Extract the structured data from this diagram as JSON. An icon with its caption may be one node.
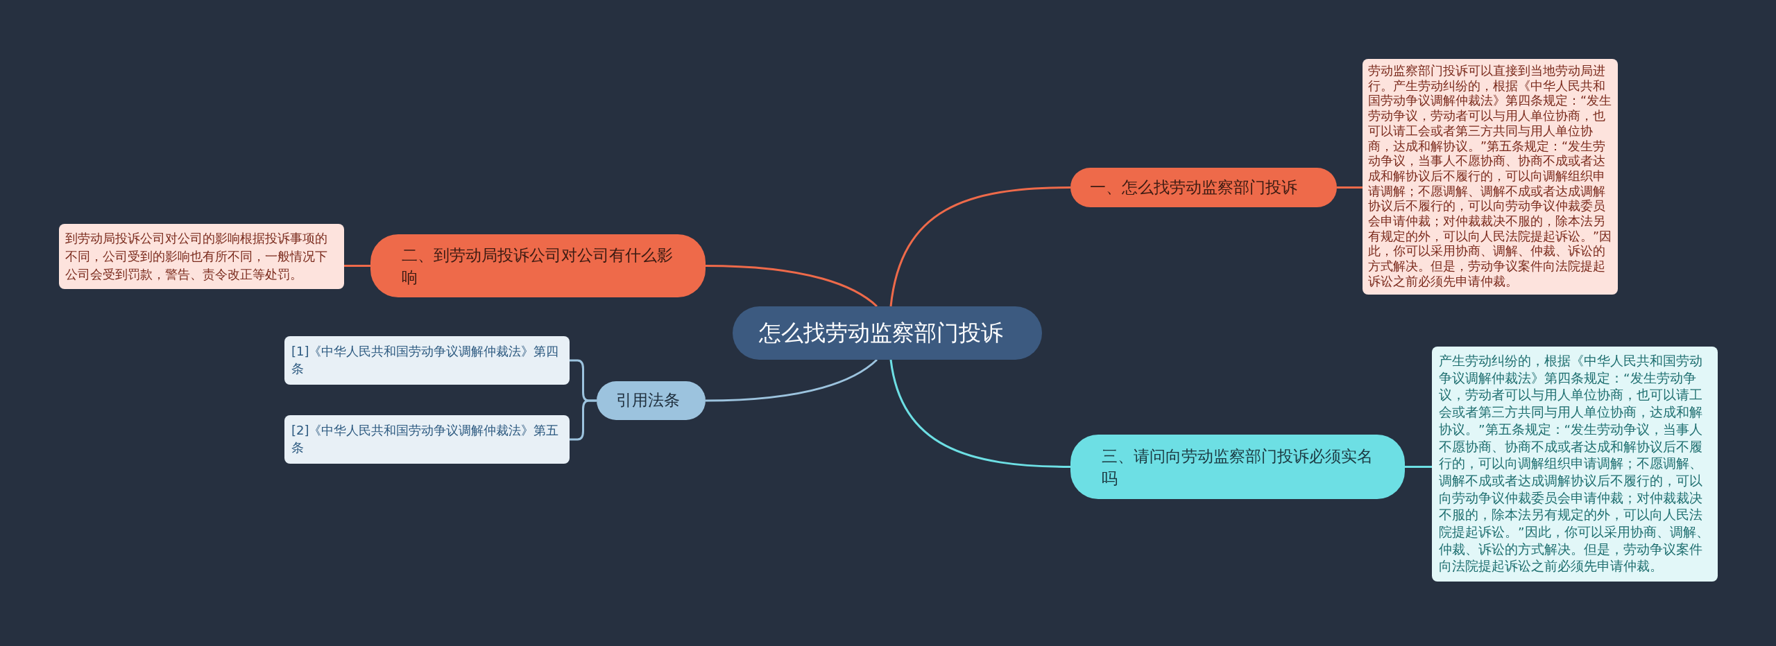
{
  "diagram": {
    "nodes": [
      {
        "text": [
          "怎么找劳动监察部门投诉"
        ]
      },
      {
        "text": [
          "一、怎么找劳动监察部门投诉"
        ]
      },
      {
        "text": [
          "劳动监察部门投诉可以直接到当地劳动局进行。产生劳动纠纷的，根据《中华人民共和国劳动争议调解仲裁法》第四条规定：“发生劳动争议，劳动者可以与用人单位协商，也可以请工会或者第三方共同与用人单位协商，达成和解协议。”第五条规定：“发生劳动争议，当事人不愿协商、协商不成或者达成和解协议后不履行的，可以向调解组织申请调解；不愿调解、调解不成或者达成调解协议后不履行的，可以向劳动争议仲裁委员会申请仲裁；对仲裁裁决不服的，除本法另有规定的外，可以向人民法院提起诉讼。”因此，你可以采用协商、调解、仲裁、诉讼的方式解决。但是，劳动争议案件向法院提起诉讼之前必须先申请仲裁。"
        ]
      },
      {
        "text": [
          "二、到劳动局投诉公司对公司有什么影响"
        ]
      },
      {
        "text": [
          "到劳动局投诉公司对公司的影响根据投诉事项的不同，公司受到的影响也有所不同，一般情况下公司会受到罚款，警告、责令改正等处罚。"
        ]
      },
      {
        "text": [
          "三、请问向劳动监察部门投诉必须实名吗"
        ]
      },
      {
        "text": [
          "产生劳动纠纷的，根据《中华人民共和国劳动争议调解仲裁法》第四条规定：“发生劳动争议，劳动者可以与用人单位协商，也可以请工会或者第三方共同与用人单位协商，达成和解协议。”第五条规定：“发生劳动争议，当事人不愿协商、协商不成或者达成和解协议后不履行的，可以向调解组织申请调解；不愿调解、调解不成或者达成调解协议后不履行的，可以向劳动争议仲裁委员会申请仲裁；对仲裁裁决不服的，除本法另有规定的外，可以向人民法院提起诉讼。”因此，你可以采用协商、调解、仲裁、诉讼的方式解决。但是，劳动争议案件向法院提起诉讼之前必须先申请仲裁。"
        ]
      },
      {
        "text": [
          "引用法条"
        ]
      },
      {
        "text": [
          "[1]《中华人民共和国劳动争议调解仲裁法》第四条"
        ]
      },
      {
        "text": [
          "[2]《中华人民共和国劳动争议调解仲裁法》第五条"
        ]
      }
    ],
    "edges": [
      {
        "from": 0,
        "to": 1,
        "arrow": "none"
      },
      {
        "from": 1,
        "to": 2,
        "arrow": "none"
      },
      {
        "from": 0,
        "to": 3,
        "arrow": "none"
      },
      {
        "from": 3,
        "to": 4,
        "arrow": "none"
      },
      {
        "from": 0,
        "to": 5,
        "arrow": "none",
        "color": "#6ddfe4"
      },
      {
        "from": 5,
        "to": 6,
        "arrow": "none",
        "color": "#6ddfe4"
      },
      {
        "from": 0,
        "to": 7,
        "arrow": "none",
        "color": "#9cc3de"
      },
      {
        "from": 7,
        "to": 8,
        "arrow": "none",
        "color": "#9cc3de"
      },
      {
        "from": 7,
        "to": 9,
        "arrow": "none",
        "color": "#9cc3de"
      }
    ]
  }
}
